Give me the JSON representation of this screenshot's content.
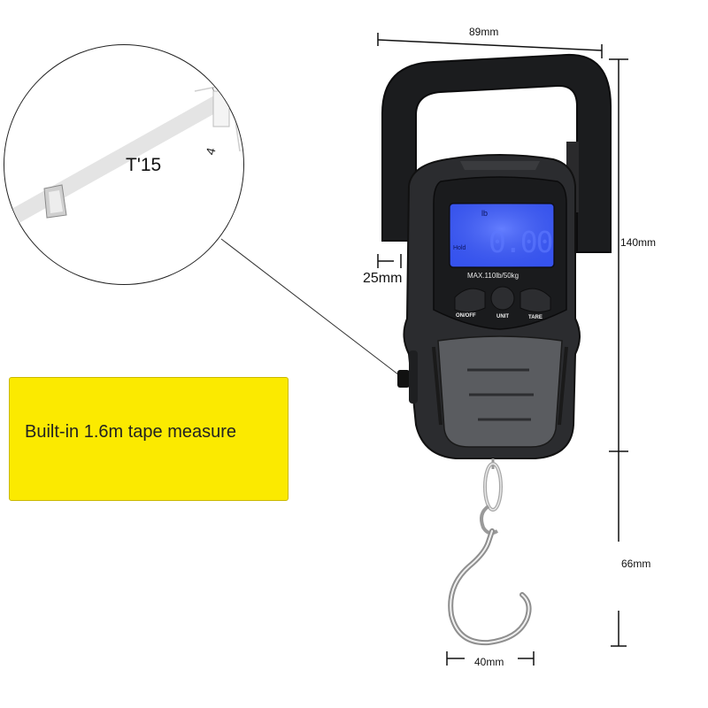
{
  "callout": {
    "tape_text": "T'15",
    "tape_number": "4"
  },
  "caption": {
    "text": "Built-in 1.6m tape measure",
    "background_color": "#fbea00"
  },
  "dimensions": {
    "width_top": "89mm",
    "height_right": "140mm",
    "hook_height": "66mm",
    "hook_width": "40mm",
    "tape_depth": "25mm"
  },
  "display": {
    "unit": "lb",
    "hold": "Hold",
    "reading": "0.00",
    "max_label": "MAX.110lb/50kg",
    "backlight_color": "#3c5cff"
  },
  "buttons": {
    "onoff": "ON/OFF",
    "unit": "UNIT",
    "tare": "TARE"
  }
}
